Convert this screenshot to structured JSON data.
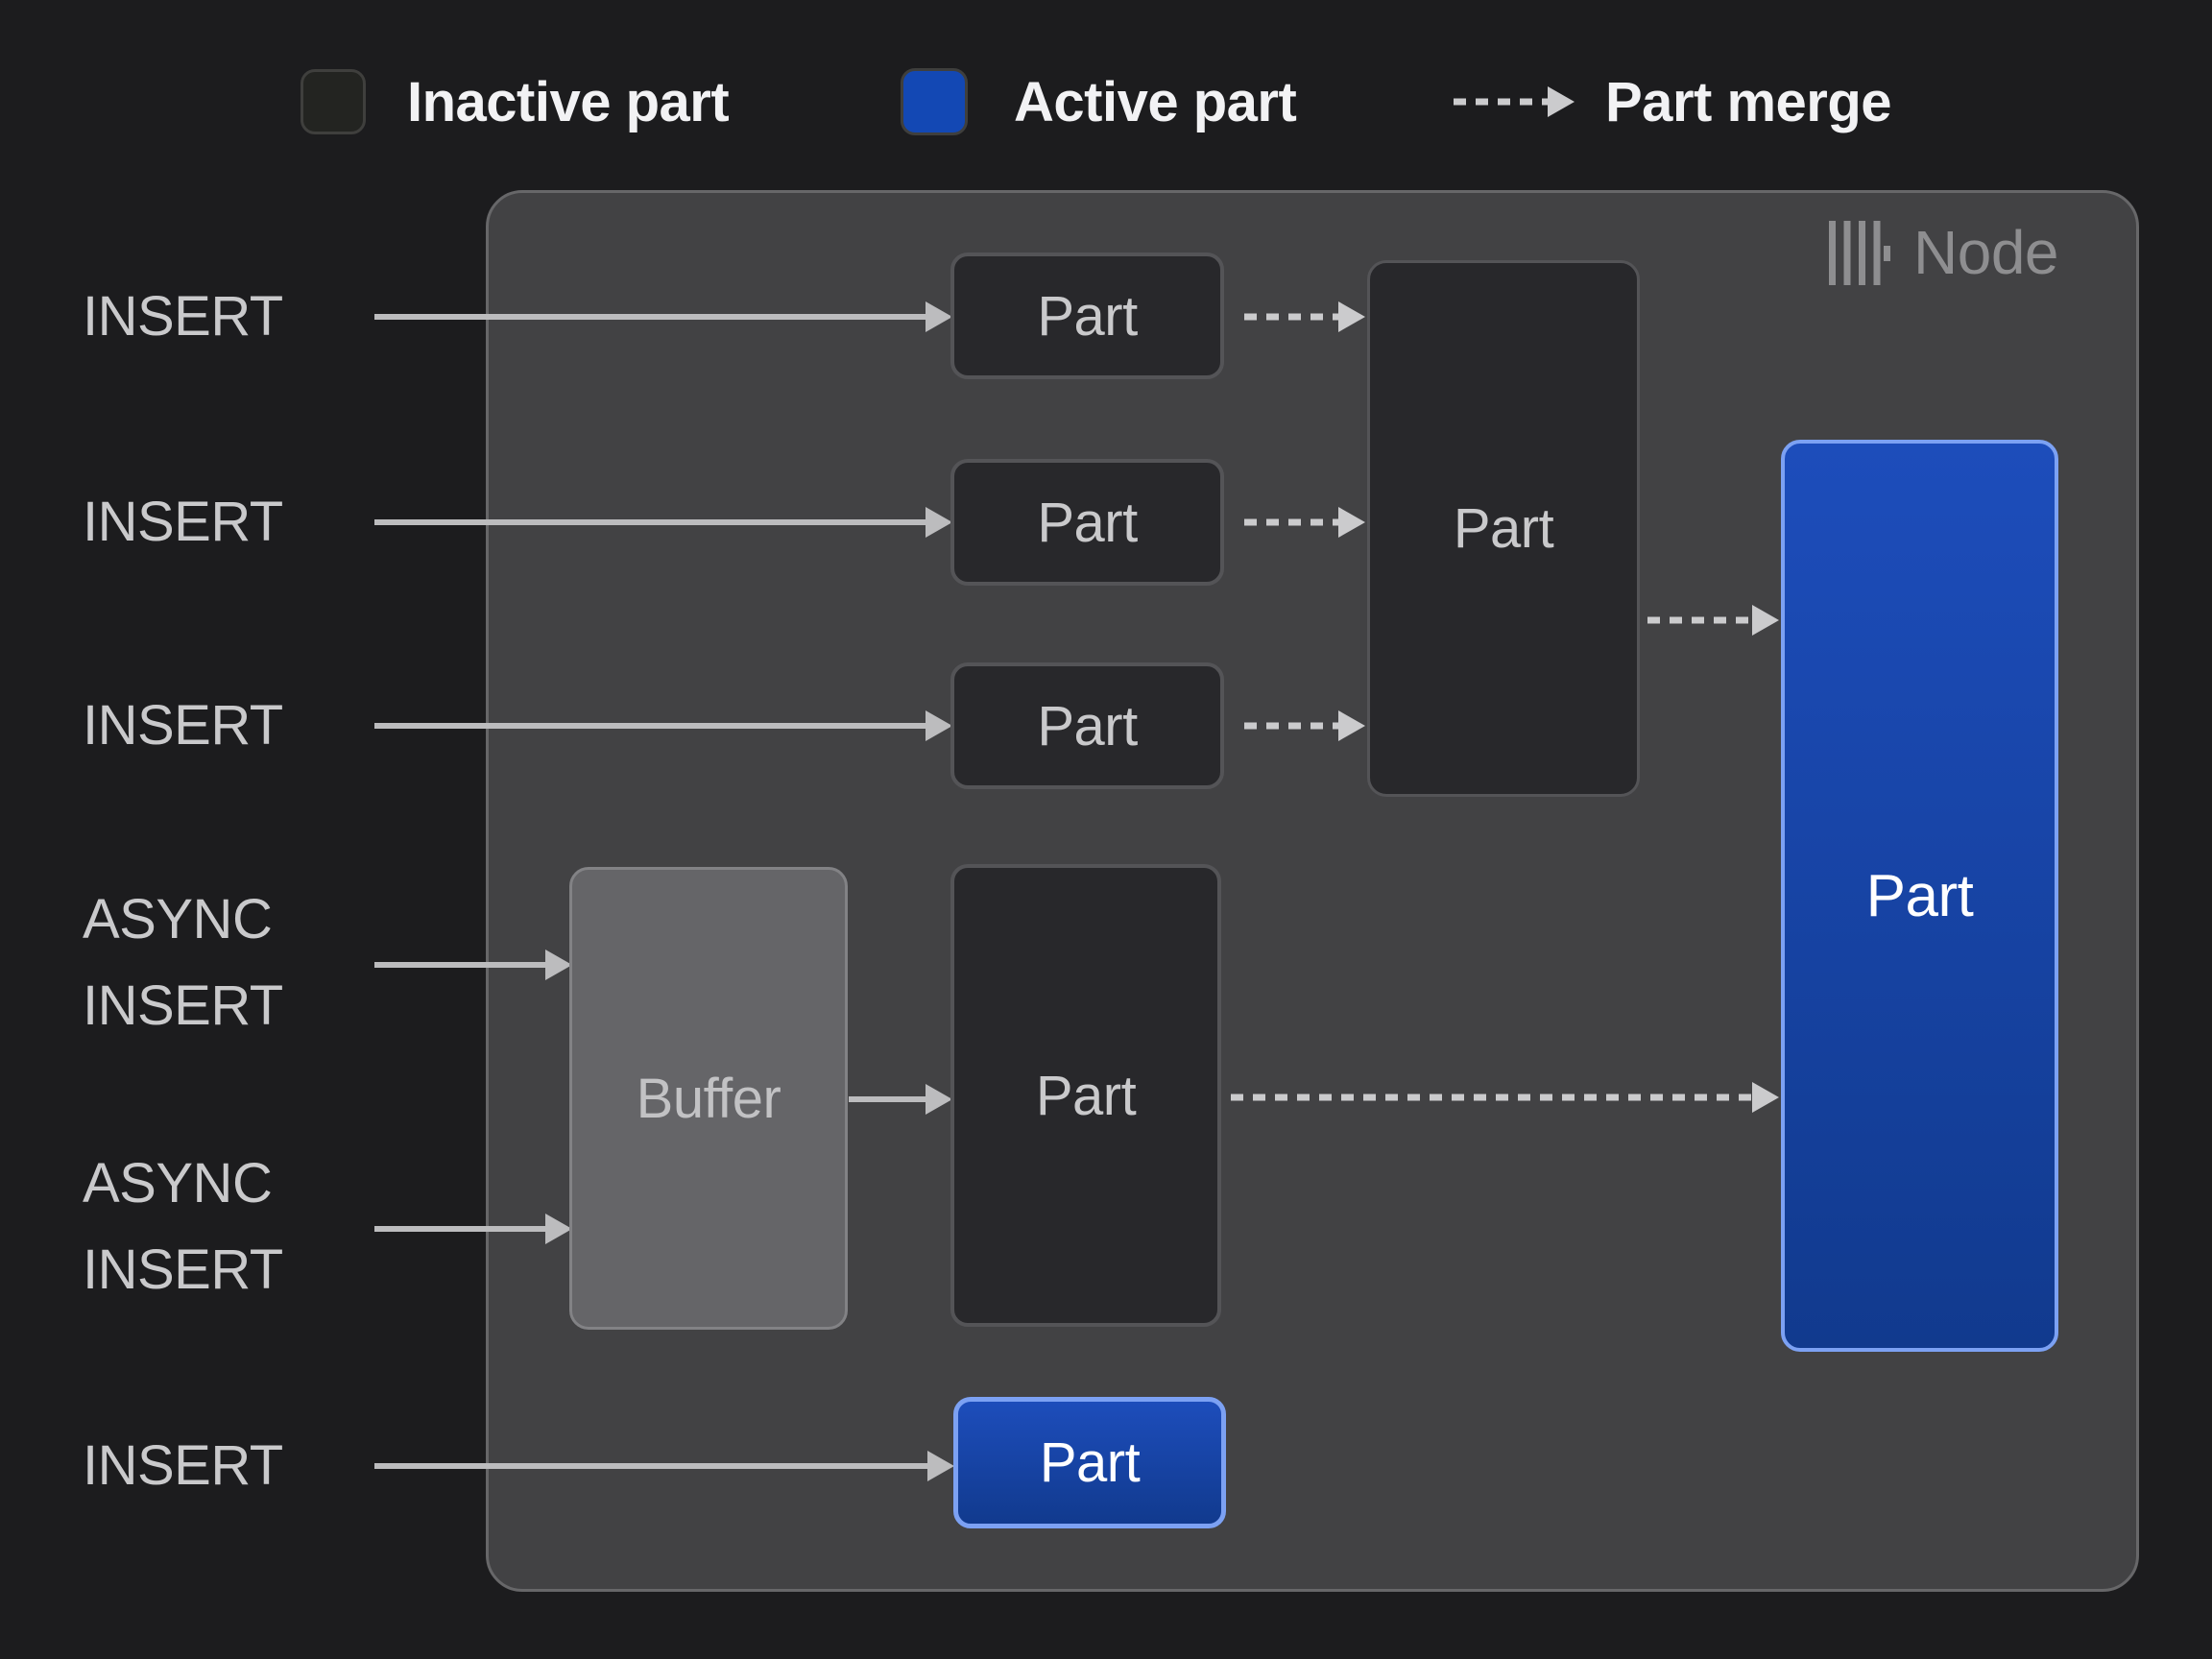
{
  "legend": {
    "inactive_label": "Inactive part",
    "active_label": "Active part",
    "merge_label": "Part merge"
  },
  "node": {
    "title": "Node",
    "logo": "clickhouse-bars-logo"
  },
  "inserts": {
    "row1": "INSERT",
    "row2": "INSERT",
    "row3": "INSERT",
    "async1": {
      "line1": "ASYNC",
      "line2": "INSERT"
    },
    "async2": {
      "line1": "ASYNC",
      "line2": "INSERT"
    },
    "row6": "INSERT"
  },
  "boxes": {
    "part1": "Part",
    "part2": "Part",
    "part3": "Part",
    "merge_part": "Part",
    "buffer": "Buffer",
    "buffered_part": "Part",
    "active_part": "Part",
    "active_part_small": "Part"
  },
  "colors": {
    "background": "#1c1c1e",
    "node_fill": "#424244",
    "node_border": "#676769",
    "inactive_fill": "#232421",
    "legend_active_fill": "#1348b4",
    "box_fill": "#28282b",
    "box_border": "#545457",
    "buffer_fill": "#656568",
    "buffer_border": "#828285",
    "active_fill_top": "#1d4dbb",
    "active_fill_bottom": "#113a8e",
    "active_border": "#7ca1f3",
    "arrow": "#bcbcbe",
    "dashed_arrow": "#cbcbcd",
    "label_text": "#c9c9cb",
    "legend_text": "#f2f2f4",
    "node_title_text": "#8e8e90"
  }
}
